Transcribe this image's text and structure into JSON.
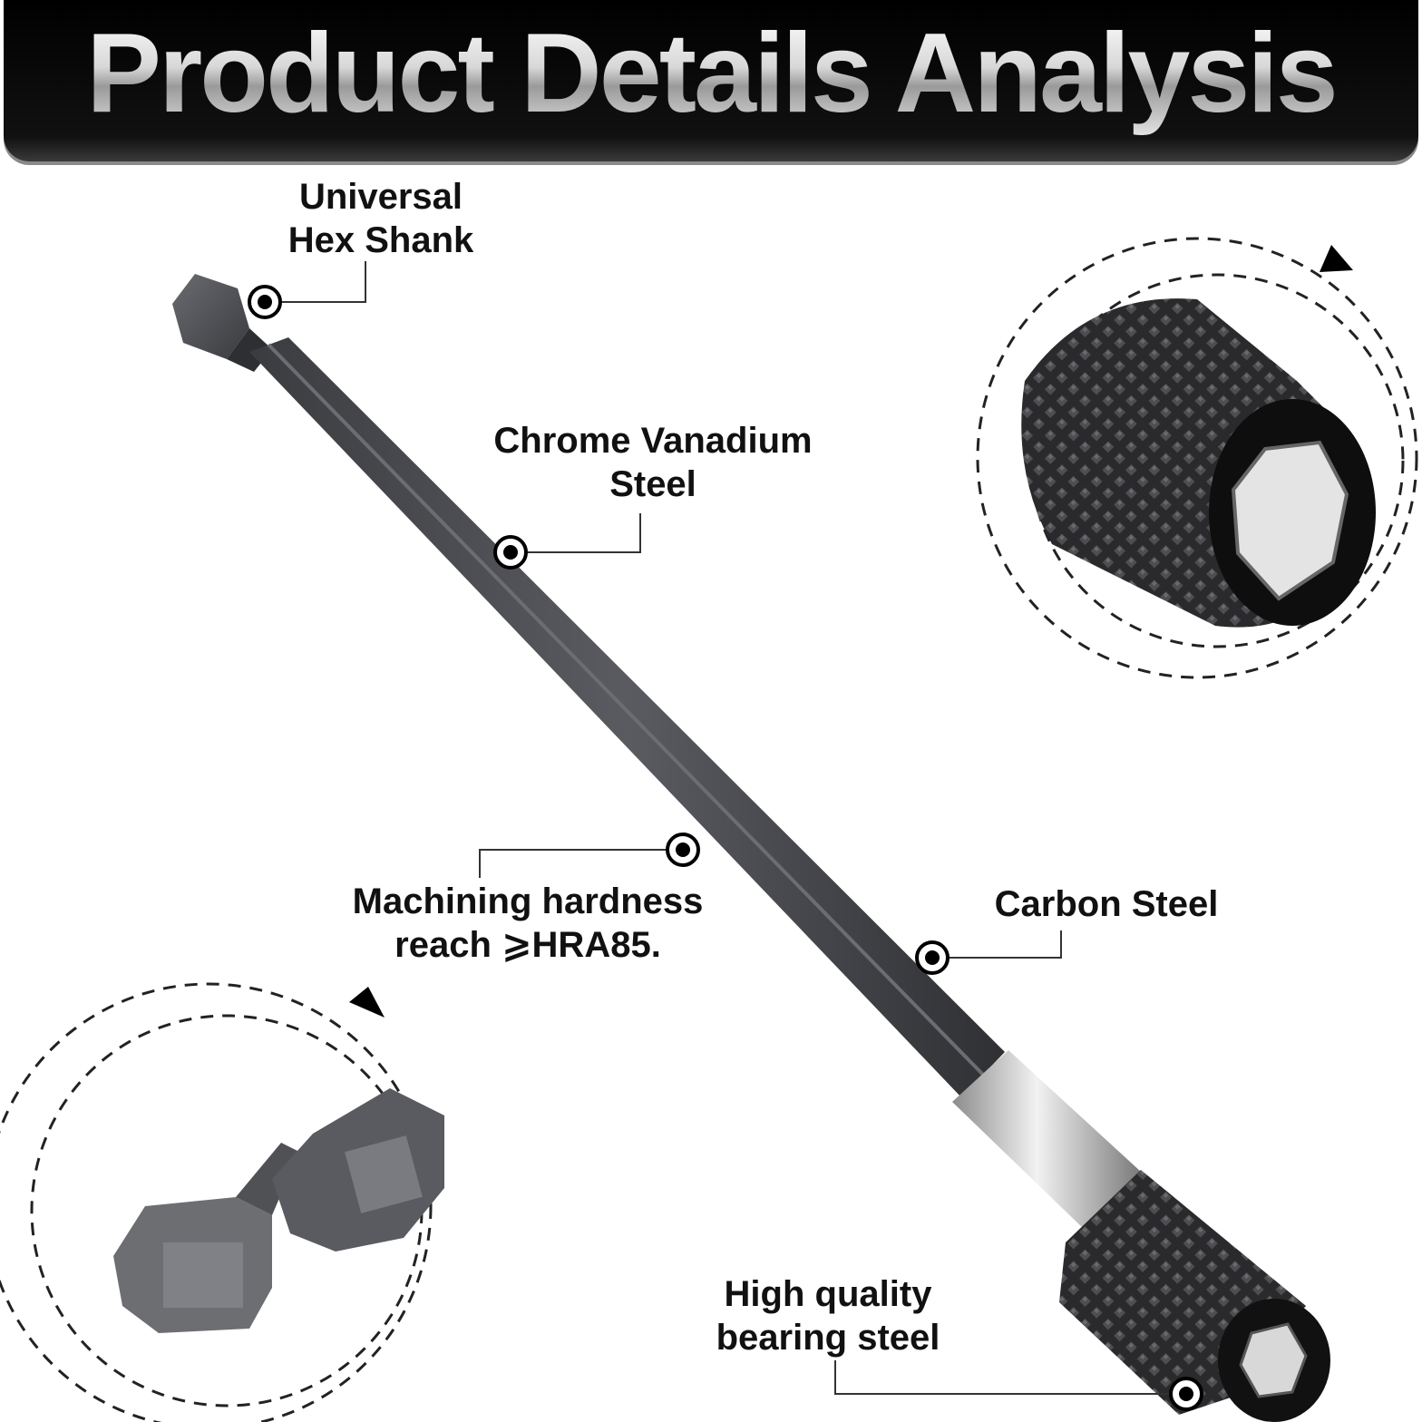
{
  "banner": {
    "title": "Product Details Analysis"
  },
  "callouts": {
    "universal_hex_shank": {
      "line1": "Universal",
      "line2": "Hex Shank"
    },
    "chrome_vanadium": {
      "line1": "Chrome Vanadium",
      "line2": "Steel"
    },
    "machining_hardness": {
      "line1": "Machining hardness",
      "line2": "reach ⩾HRA85."
    },
    "carbon_steel": {
      "line1": "Carbon Steel"
    },
    "bearing_steel": {
      "line1": "High quality",
      "line2": "bearing steel"
    }
  },
  "colors": {
    "banner_bg": "#000000",
    "shaft": "#4a4b4f",
    "chuck": "#1c1c1e",
    "sleeve": "#c8c8c8",
    "marker": "#000000"
  },
  "icons": [
    "callout-marker-icon",
    "rotation-arrow-icon"
  ]
}
